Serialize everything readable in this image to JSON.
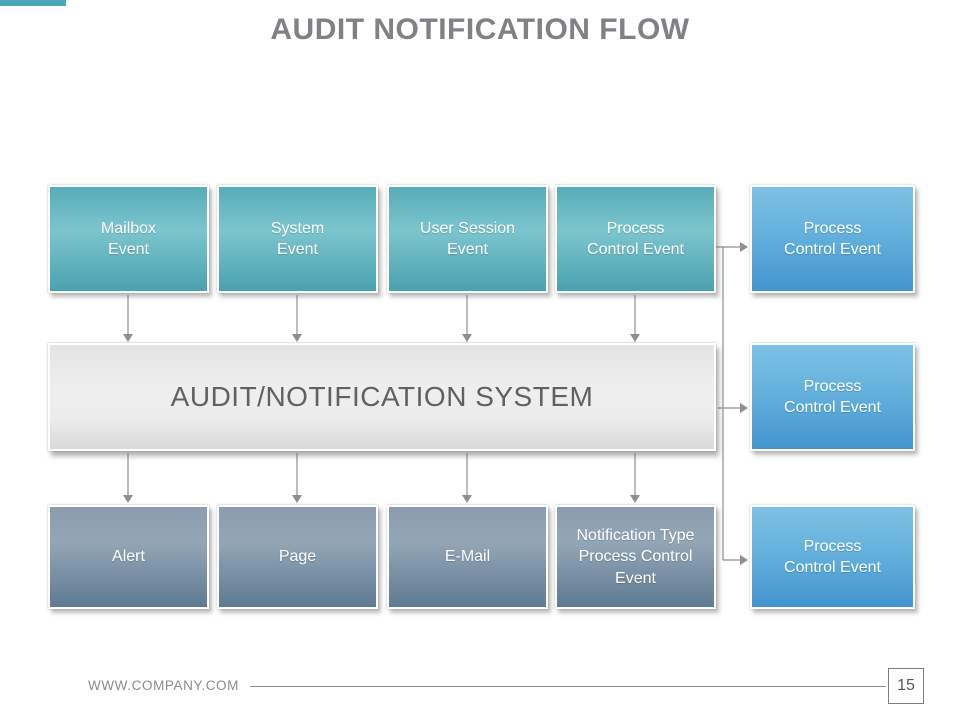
{
  "slide": {
    "title": "AUDIT NOTIFICATION FLOW",
    "footer": {
      "website": "WWW.COMPANY.COM",
      "page_number": "15"
    }
  },
  "diagram": {
    "center_system": {
      "label": "AUDIT/NOTIFICATION SYSTEM"
    },
    "top_row": [
      {
        "label": "Mailbox Event",
        "lines": [
          "Mailbox",
          "Event"
        ]
      },
      {
        "label": "System Event",
        "lines": [
          "System",
          "Event"
        ]
      },
      {
        "label": "User Session Event",
        "lines": [
          "User Session",
          "Event"
        ]
      },
      {
        "label": "Process Control Event",
        "lines": [
          "Process",
          "Control Event"
        ]
      }
    ],
    "right_column": [
      {
        "label": "Process Control Event",
        "lines": [
          "Process",
          "Control Event"
        ]
      },
      {
        "label": "Process Control Event",
        "lines": [
          "Process",
          "Control Event"
        ]
      },
      {
        "label": "Process Control Event",
        "lines": [
          "Process",
          "Control Event"
        ]
      }
    ],
    "bottom_row": [
      {
        "label": "Alert",
        "lines": [
          "Alert"
        ]
      },
      {
        "label": "Page",
        "lines": [
          "Page"
        ]
      },
      {
        "label": "E-Mail",
        "lines": [
          "E-Mail"
        ]
      },
      {
        "label": "Notification Type Process Control Event",
        "lines": [
          "Notification Type",
          "Process Control",
          "Event"
        ]
      }
    ]
  },
  "colors": {
    "accent_teal": "#4aa9b5",
    "title_gray": "#7f8184",
    "arrow_gray": "#8f8f8f",
    "box_text": "#ffffff",
    "gray_box_text": "#616161",
    "footer_text": "#8c8c8c",
    "teal_top": "#57acb8",
    "teal_mid": "#7cc5ce",
    "teal_bottom": "#4aa2af",
    "blue_top": "#7ec1e4",
    "blue_mid": "#64b1dd",
    "blue_bottom": "#4395ce",
    "slate_top": "#8a9cae",
    "slate_mid": "#93a6b7",
    "slate_bottom": "#5e7a92"
  }
}
